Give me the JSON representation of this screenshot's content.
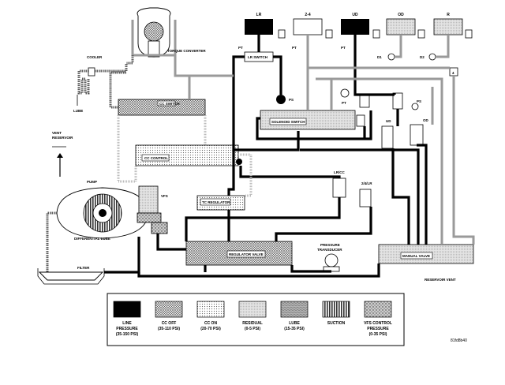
{
  "labels": {
    "lr": "LR",
    "two_four": "2-4",
    "ud": "UD",
    "od": "OD",
    "r": "R",
    "torque_converter": "TORQUE CONVERTER",
    "cooler": "COOLER",
    "lube": "LUBE",
    "vent_reservoir_1": "VENT",
    "vent_reservoir_2": "RESERVOIR",
    "lr_switch": "LR SWITCH",
    "cc_switch": "CC SWITCH",
    "cc_control": "CC CONTROL",
    "solenoid_switch": "SOLENOID SWITCH",
    "pt": "PT",
    "d1": "D1",
    "d2": "D2",
    "four": "4",
    "pump": "PUMP",
    "vfs": "VFS",
    "tc_regulator": "TC REGULATOR",
    "differential_lube": "DIFFERENTIAL LUBE",
    "lrcc": "LR/CC",
    "two_four_lr": "2/4/LR",
    "ps": "PS",
    "ud_small": "UD",
    "od_small": "OD",
    "pressure_transducer_1": "PRESSURE",
    "pressure_transducer_2": "TRANSDUCER",
    "regulator_valve": "REGULATOR VALVE",
    "manual_valve": "MANUAL VALVE",
    "filter": "FILTER",
    "reservoir_vent": "RESERVOIR VENT"
  },
  "legend": [
    {
      "line1": "LINE",
      "line2": "PRESSURE",
      "line3": "(35-150 PSI)",
      "pattern": "solid"
    },
    {
      "line1": "CC OFF",
      "line2": "(35-110 PSI)",
      "line3": "",
      "pattern": "crosshatch"
    },
    {
      "line1": "CC ON",
      "line2": "(20-70 PSI)",
      "line3": "",
      "pattern": "dots"
    },
    {
      "line1": "RESIDUAL",
      "line2": "(0-5 PSI)",
      "line3": "",
      "pattern": "fine"
    },
    {
      "line1": "LUBE",
      "line2": "(15-35 PSI)",
      "line3": "",
      "pattern": "wave"
    },
    {
      "line1": "SUCTION",
      "line2": "",
      "line3": "",
      "pattern": "stripes"
    },
    {
      "line1": "VFS CONTROL",
      "line2": "PRESSURE",
      "line3": "(0-35 PSI)",
      "pattern": "speckle"
    }
  ],
  "figure_id": "81fd8b40",
  "colors": {
    "line_pressure": "#000000",
    "residual": "#9a9a9a",
    "lube": "#5a5a5a"
  }
}
